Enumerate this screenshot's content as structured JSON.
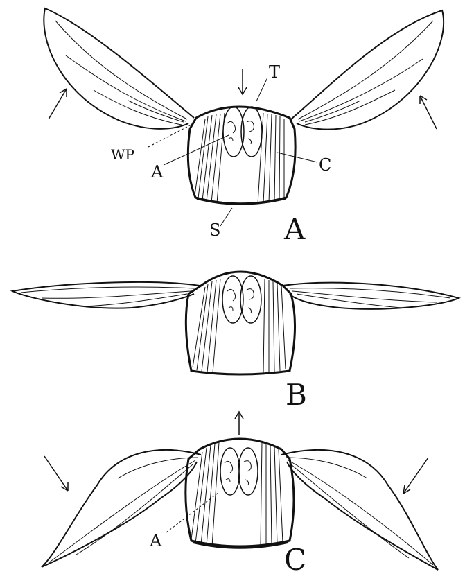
{
  "figure": {
    "panels": [
      {
        "id": "A",
        "panel_label": "A",
        "labels": {
          "tergum": "T",
          "wing_process": "WP",
          "muscle_a": "A",
          "muscle_c": "C",
          "sternum": "S"
        },
        "wing_state": "raised",
        "tergum_motion": "down"
      },
      {
        "id": "B",
        "panel_label": "B",
        "labels": {},
        "wing_state": "horizontal",
        "tergum_motion": "none"
      },
      {
        "id": "C",
        "panel_label": "C",
        "labels": {
          "muscle_a": "A"
        },
        "wing_state": "lowered",
        "tergum_motion": "up"
      }
    ],
    "colors": {
      "ink": "#111111",
      "background": "#ffffff"
    }
  }
}
